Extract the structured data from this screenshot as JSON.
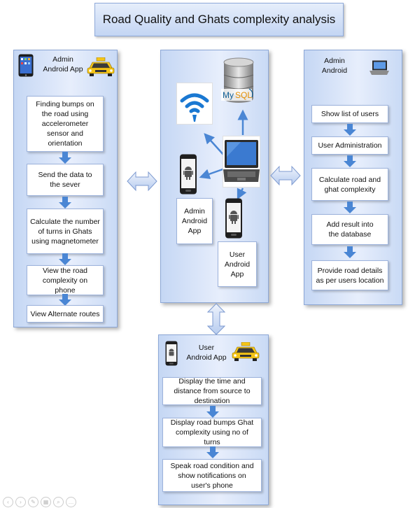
{
  "title": "Road Quality and Ghats complexity analysis",
  "left_panel": {
    "header": [
      "Admin",
      "Android App"
    ],
    "icons": [
      "smartphone-icon",
      "taxi-car-icon"
    ],
    "steps": [
      "Finding bumps on the road using accelerometer sensor and orientation",
      "Send the data to the sever",
      "Calculate the number of turns in Ghats using magnetometer",
      "View the road complexity on phone",
      "View Alternate routes"
    ]
  },
  "center_panel": {
    "icons": [
      "wifi-icon",
      "mysql-database-icon",
      "laptop-server-icon",
      "admin-android-phone-icon",
      "user-android-phone-icon"
    ],
    "admin_label": "Admin Android App",
    "user_label": "User Android App"
  },
  "right_panel": {
    "header": [
      "Admin",
      "Android"
    ],
    "icons": [
      "laptop-icon"
    ],
    "steps": [
      "Show list of users",
      "User Administration",
      "Calculate road and ghat complexity",
      "Add result into the database",
      "Provide road details as per users location"
    ]
  },
  "bottom_panel": {
    "header": [
      "User",
      "Android App"
    ],
    "icons": [
      "android-phone-icon",
      "taxi-car-icon"
    ],
    "steps": [
      "Display the time and distance from source to destination",
      "Display road bumps Ghat complexity using no of turns",
      "Speak road condition and show notifications on user's phone"
    ]
  },
  "colors": {
    "panel": "#d6e3f8",
    "arrow": "#4a86d4",
    "border": "#8ca7d6"
  }
}
